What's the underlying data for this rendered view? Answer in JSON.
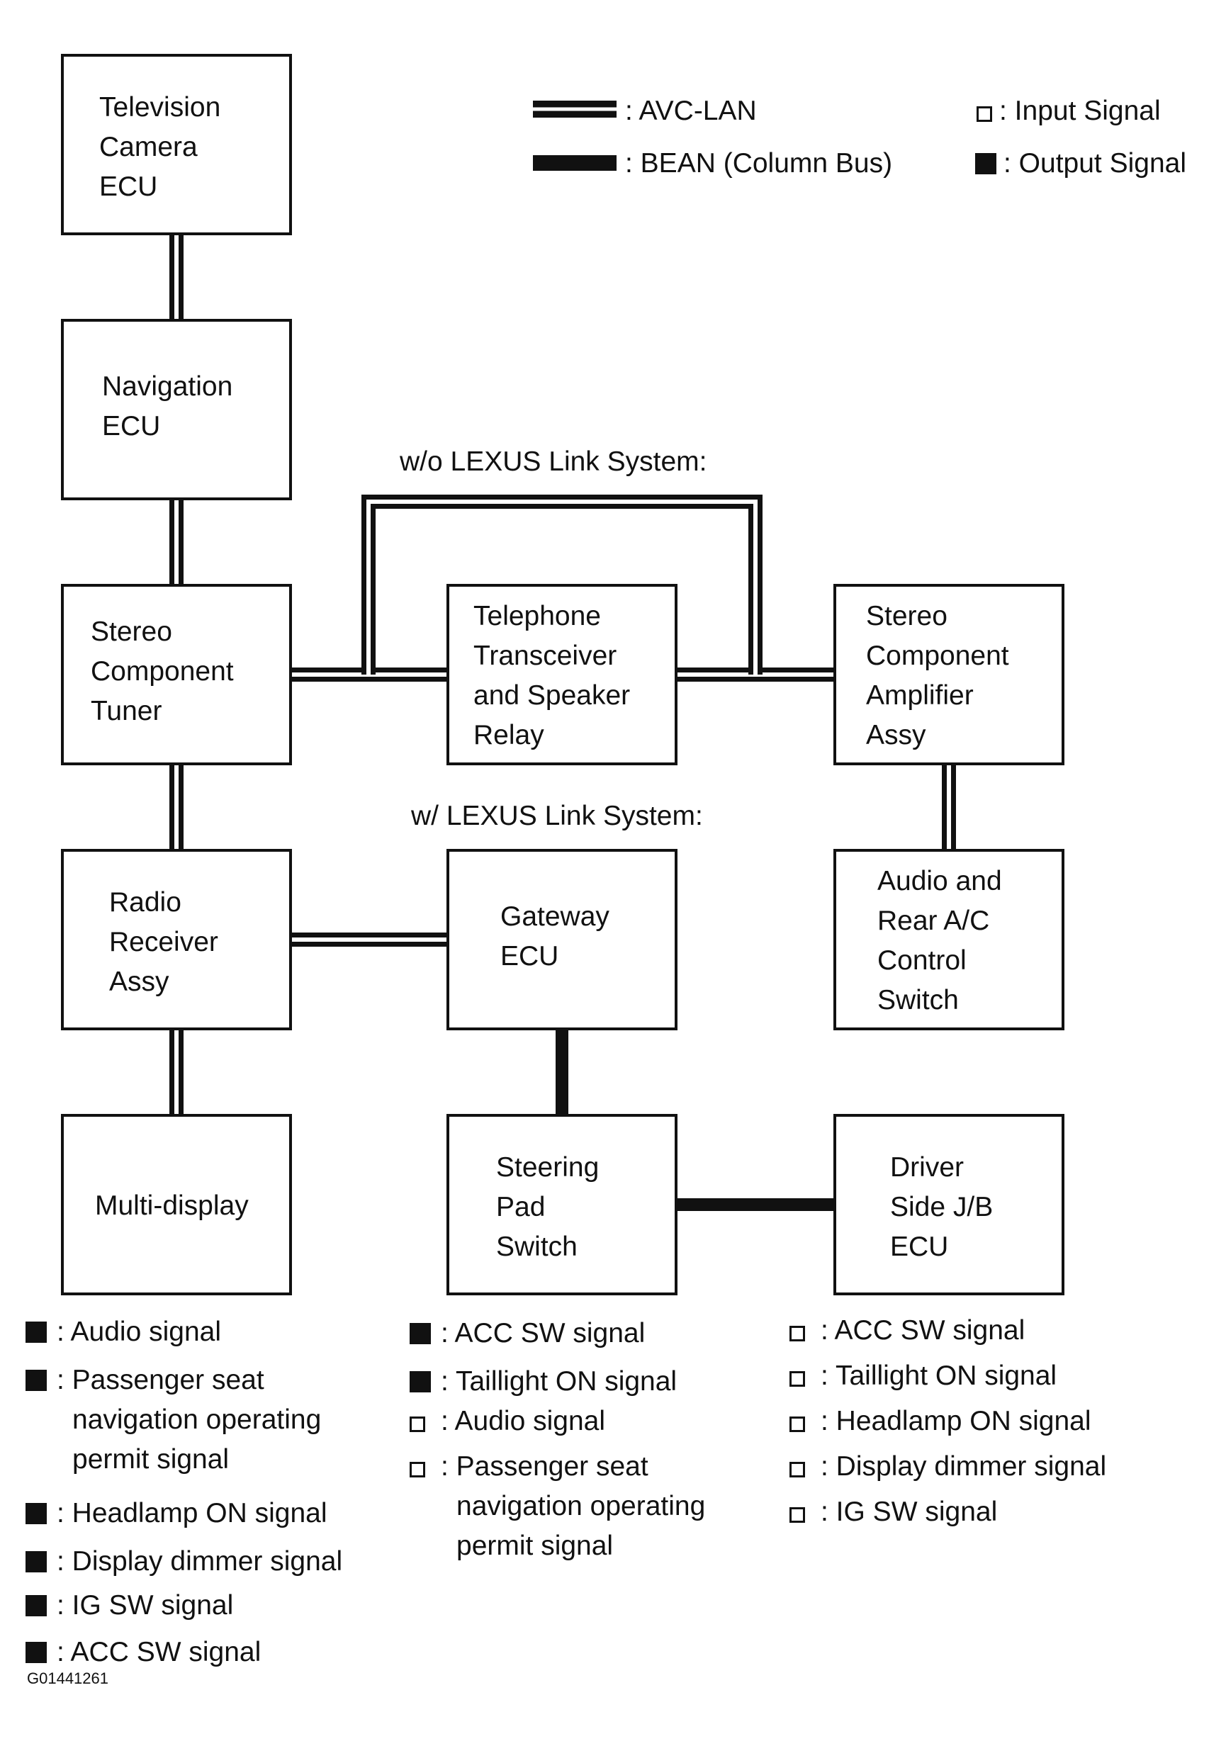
{
  "legend": {
    "avc_lan": ": AVC-LAN",
    "bean": ": BEAN (Column Bus)",
    "input": ": Input Signal",
    "output": ": Output Signal"
  },
  "captions": {
    "wo_link": "w/o LEXUS Link System:",
    "w_link": "w/ LEXUS Link System:"
  },
  "boxes": {
    "tv_camera": [
      "Television",
      "Camera",
      "ECU"
    ],
    "navigation": [
      "Navigation",
      "ECU"
    ],
    "tuner": [
      "Stereo",
      "Component",
      "Tuner"
    ],
    "telephone": [
      "Telephone",
      "Transceiver",
      "and Speaker",
      "Relay"
    ],
    "amplifier": [
      "Stereo",
      "Component",
      "Amplifier",
      "Assy"
    ],
    "radio": [
      "Radio",
      "Receiver",
      "Assy"
    ],
    "gateway": [
      "Gateway",
      "ECU"
    ],
    "audio_switch": [
      "Audio and",
      "Rear A/C",
      "Control",
      "Switch"
    ],
    "multi_display": [
      "Multi-display"
    ],
    "steering": [
      "Steering",
      "Pad",
      "Switch"
    ],
    "driver_jb": [
      "Driver",
      "Side J/B",
      "ECU"
    ]
  },
  "connections": [
    {
      "from": "tv_camera",
      "to": "navigation",
      "bus": "AVC-LAN"
    },
    {
      "from": "navigation",
      "to": "tuner",
      "bus": "AVC-LAN"
    },
    {
      "from": "tuner",
      "to": "telephone",
      "bus": "AVC-LAN"
    },
    {
      "from": "telephone",
      "to": "amplifier",
      "bus": "AVC-LAN"
    },
    {
      "from": "tuner",
      "to": "amplifier",
      "bus": "AVC-LAN",
      "variant": "w/o LEXUS Link System"
    },
    {
      "from": "tuner",
      "to": "radio",
      "bus": "AVC-LAN"
    },
    {
      "from": "amplifier",
      "to": "audio_switch",
      "bus": "AVC-LAN"
    },
    {
      "from": "radio",
      "to": "gateway",
      "bus": "AVC-LAN"
    },
    {
      "from": "radio",
      "to": "multi_display",
      "bus": "AVC-LAN"
    },
    {
      "from": "gateway",
      "to": "steering",
      "bus": "BEAN"
    },
    {
      "from": "steering",
      "to": "driver_jb",
      "bus": "BEAN"
    }
  ],
  "signals": {
    "col1": [
      {
        "type": "output",
        "lines": [
          ": Audio signal"
        ]
      },
      {
        "type": "output",
        "lines": [
          ": Passenger seat",
          "navigation operating",
          "permit signal"
        ]
      },
      {
        "type": "output",
        "lines": [
          ": Headlamp ON signal"
        ]
      },
      {
        "type": "output",
        "lines": [
          ": Display dimmer signal"
        ]
      },
      {
        "type": "output",
        "lines": [
          ": IG SW signal"
        ]
      },
      {
        "type": "output",
        "lines": [
          ": ACC SW signal"
        ]
      }
    ],
    "col2": [
      {
        "type": "output",
        "lines": [
          ": ACC SW signal"
        ]
      },
      {
        "type": "output",
        "lines": [
          ": Taillight ON signal"
        ]
      },
      {
        "type": "input",
        "lines": [
          ": Audio signal"
        ]
      },
      {
        "type": "input",
        "lines": [
          ": Passenger seat",
          "navigation operating",
          "permit signal"
        ]
      }
    ],
    "col3": [
      {
        "type": "input",
        "lines": [
          ": ACC SW signal"
        ]
      },
      {
        "type": "input",
        "lines": [
          ": Taillight ON signal"
        ]
      },
      {
        "type": "input",
        "lines": [
          ": Headlamp ON signal"
        ]
      },
      {
        "type": "input",
        "lines": [
          ": Display dimmer signal"
        ]
      },
      {
        "type": "input",
        "lines": [
          ": IG SW signal"
        ]
      }
    ]
  },
  "figure_id": "G01441261",
  "colors": {
    "line": "#111111",
    "background": "#ffffff"
  }
}
